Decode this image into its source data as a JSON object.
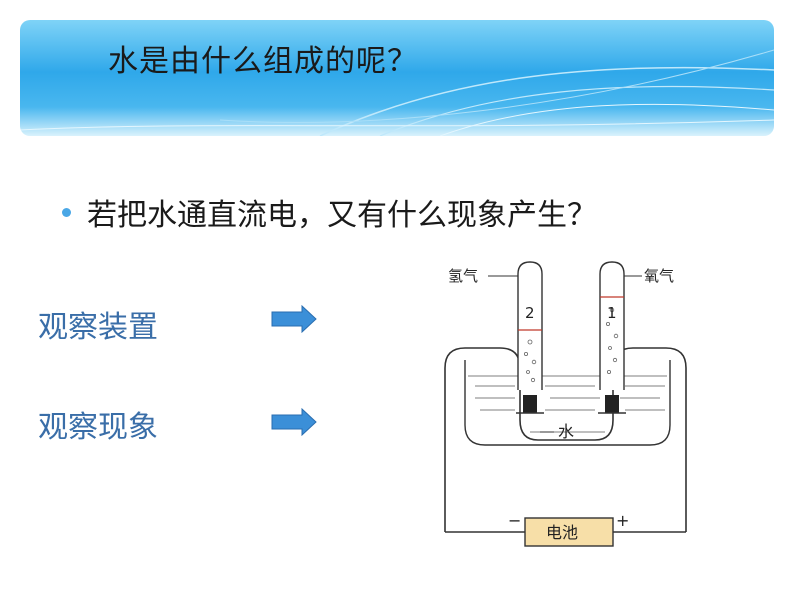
{
  "slide": {
    "title": "水是由什么组成的呢？",
    "bullet": "若把水通直流电，又有什么现象产生？",
    "labels": {
      "observe_device": "观察装置",
      "observe_phenomenon": "观察现象"
    }
  },
  "diagram": {
    "hydrogen_label": "氢气",
    "oxygen_label": "氧气",
    "tube_left_number": "2",
    "tube_right_number": "1",
    "water_label": "水",
    "battery_label": "电池",
    "negative_sign": "−",
    "positive_sign": "+"
  },
  "colors": {
    "banner": "#2fa8ea",
    "label_text": "#3a6ea8",
    "arrow": "#3b8fd8",
    "battery_fill": "#f7dfa8"
  }
}
